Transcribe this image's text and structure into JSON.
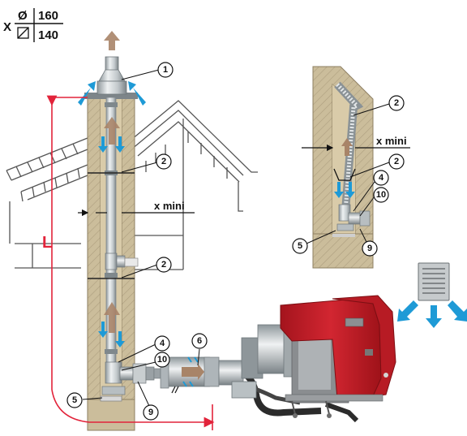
{
  "dimension_table": {
    "prefix": "X",
    "round_symbol": "Ø",
    "round_value": "160",
    "square_value": "140"
  },
  "labels": {
    "x_mini_main": "x mini",
    "x_mini_detail": "x mini",
    "length": "L"
  },
  "callouts": {
    "main_1": "1",
    "main_2a": "2",
    "main_2b": "2",
    "main_4": "4",
    "main_10": "10",
    "main_5": "5",
    "main_9": "9",
    "main_6": "6",
    "detail_2a": "2",
    "detail_2b": "2",
    "detail_4": "4",
    "detail_10": "10",
    "detail_5": "5",
    "detail_9": "9"
  },
  "colors": {
    "chimney_wall": "#cbbd9b",
    "chimney_hatch": "#9c8c6e",
    "roof_line": "#555555",
    "dim_red": "#e2233a",
    "air_blue": "#1e9ad6",
    "exhaust_brown": "#a88468",
    "boiler_red": "#c8202b",
    "boiler_grey": "#8a8d90"
  }
}
